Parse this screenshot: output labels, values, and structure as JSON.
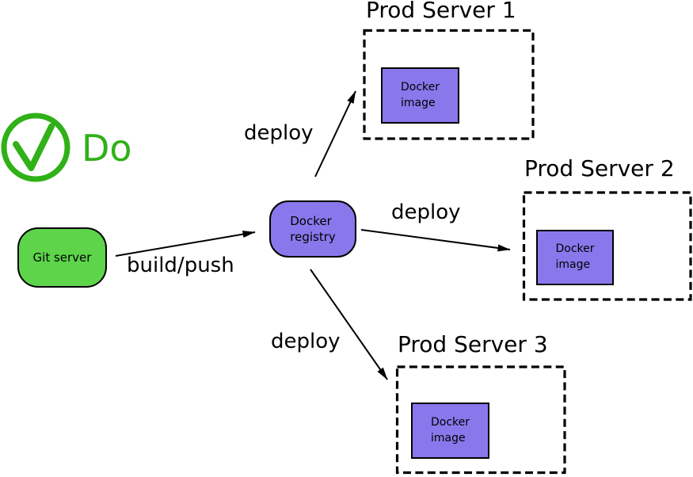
{
  "colors": {
    "node-green": "#5dd44a",
    "node-purple": "#8878ec",
    "check-green": "#2fb117",
    "ink": "#000000",
    "background": "#ffffff"
  },
  "annotation": {
    "label": "Do"
  },
  "nodes": {
    "git_server": {
      "label": "Git server",
      "fill": "#5dd44a"
    },
    "docker_registry": {
      "label": "Docker\nregistry",
      "fill": "#8878ec"
    }
  },
  "edges": {
    "build_push": {
      "label": "build/push",
      "from": "git-server",
      "to": "docker-registry"
    },
    "deploy_1": {
      "label": "deploy",
      "from": "docker-registry",
      "to": "prod-server-1"
    },
    "deploy_2": {
      "label": "deploy",
      "from": "docker-registry",
      "to": "prod-server-2"
    },
    "deploy_3": {
      "label": "deploy",
      "from": "docker-registry",
      "to": "prod-server-3"
    }
  },
  "servers": [
    {
      "title": "Prod Server 1",
      "image_label": "Docker\nimage",
      "image_fill": "#8878ec"
    },
    {
      "title": "Prod Server 2",
      "image_label": "Docker\nimage",
      "image_fill": "#8878ec"
    },
    {
      "title": "Prod Server 3",
      "image_label": "Docker\nimage",
      "image_fill": "#8878ec"
    }
  ]
}
